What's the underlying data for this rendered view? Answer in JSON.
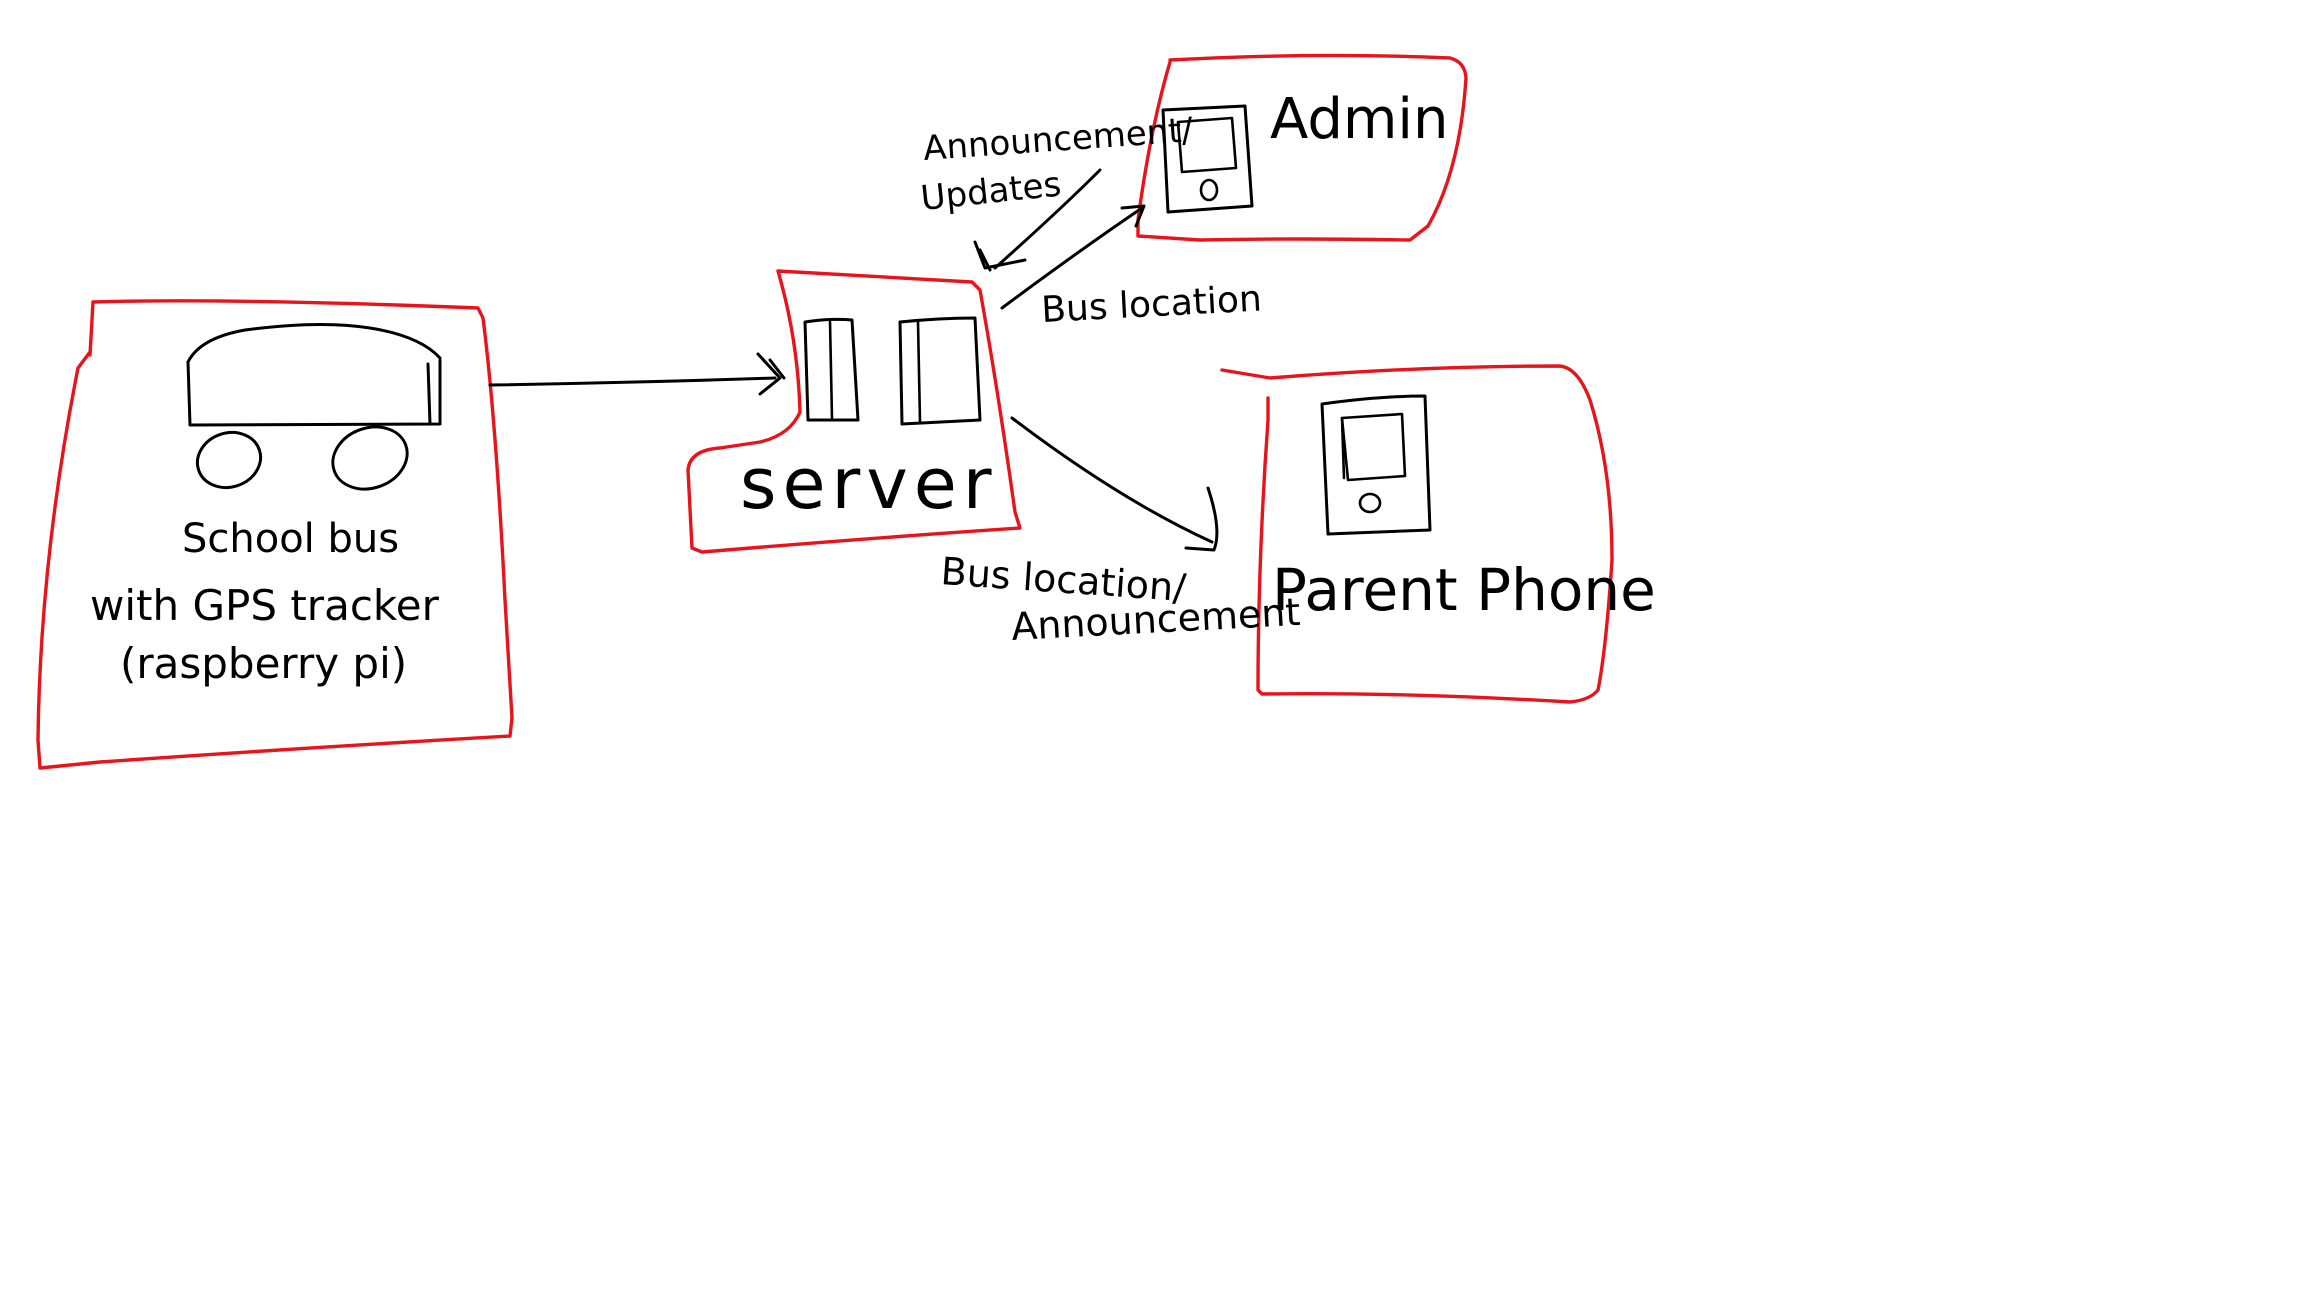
{
  "nodes": {
    "bus": {
      "lines": [
        "School bus",
        "with GPS tracker",
        "(raspberry pi)"
      ]
    },
    "server": {
      "label": "server"
    },
    "admin": {
      "label": "Admin"
    },
    "parent": {
      "label": "Parent Phone"
    }
  },
  "edges": {
    "admin_to_server": {
      "lines": [
        "Announcement/",
        "Updates"
      ]
    },
    "server_to_admin": {
      "label": "Bus location"
    },
    "server_to_parent": {
      "lines": [
        "Bus location/",
        "Announcement"
      ]
    }
  },
  "colors": {
    "box_stroke": "#e8141c",
    "ink": "#000000",
    "background": "#ffffff"
  }
}
